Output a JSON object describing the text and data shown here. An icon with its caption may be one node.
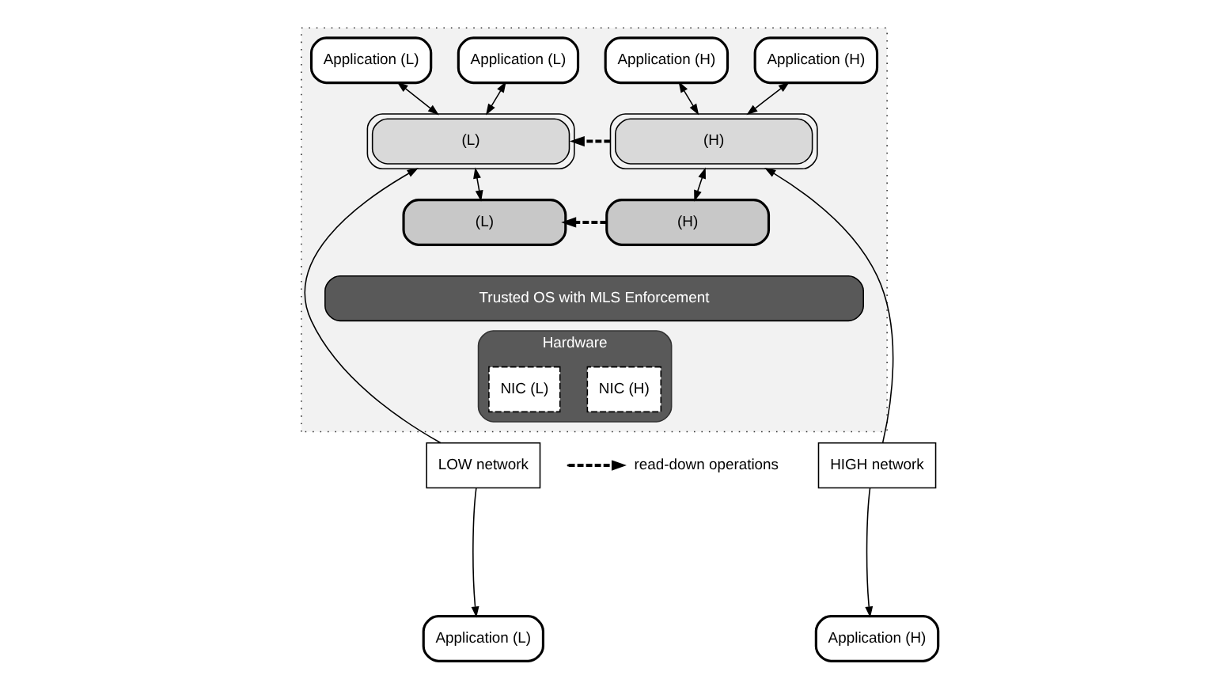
{
  "diagram": {
    "nodes": [
      {
        "text": [],
        "shape": "box"
      },
      {
        "text": [
          "Application (L)"
        ],
        "in": 0
      },
      {
        "text": [
          "Application (L)"
        ],
        "in": 0
      },
      {
        "text": [
          "Application (H)"
        ],
        "in": 0
      },
      {
        "text": [
          "Application (H)"
        ],
        "in": 0
      },
      {
        "text": [
          "(L)"
        ],
        "in": 0
      },
      {
        "text": [
          "(H)"
        ],
        "in": 0
      },
      {
        "text": [
          "(L)"
        ],
        "in": 0
      },
      {
        "text": [
          "(H)"
        ],
        "in": 0
      },
      {
        "text": [
          "Trusted OS with MLS Enforcement"
        ],
        "in": 0
      },
      {
        "text": [
          "Hardware"
        ],
        "in": 0
      },
      {
        "text": [
          "NIC (L)"
        ],
        "in": 10
      },
      {
        "text": [
          "NIC (H)"
        ],
        "in": 10
      },
      {
        "text": [
          "Application (L)"
        ]
      },
      {
        "text": [
          "Application (H)"
        ]
      },
      {
        "text": [
          "LOW network"
        ]
      },
      {
        "text": [
          "HIGH network"
        ]
      }
    ],
    "edges": [
      {
        "from": 1,
        "to": 5,
        "arrow": "both"
      },
      {
        "from": 2,
        "to": 5,
        "arrow": "both"
      },
      {
        "from": 3,
        "to": 6,
        "arrow": "both"
      },
      {
        "from": 4,
        "to": 6,
        "arrow": "both"
      },
      {
        "from": 5,
        "to": 7,
        "arrow": "both"
      },
      {
        "from": 6,
        "to": 8,
        "arrow": "both"
      },
      {
        "from": 6,
        "to": 5,
        "arrow": "to",
        "style": "dashed"
      },
      {
        "from": 8,
        "to": 7,
        "arrow": "to",
        "style": "dashed"
      },
      {
        "from": 15,
        "to": 13,
        "arrow": "to"
      },
      {
        "from": 15,
        "to": 5,
        "arrow": "to"
      },
      {
        "from": 16,
        "to": 14,
        "arrow": "to"
      },
      {
        "from": 16,
        "to": 6,
        "arrow": "to"
      }
    ],
    "legend": [
      {
        "text": "read-down operations"
      }
    ]
  }
}
